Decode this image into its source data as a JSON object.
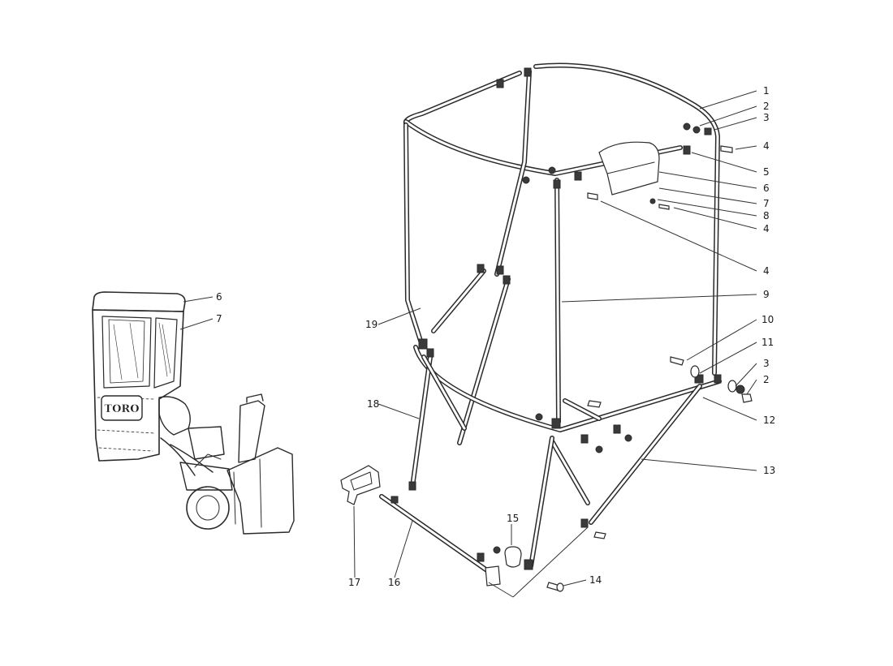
{
  "callouts": [
    {
      "id": "c1",
      "text": "1"
    },
    {
      "id": "c2a",
      "text": "2"
    },
    {
      "id": "c3a",
      "text": "3"
    },
    {
      "id": "c4a",
      "text": "4"
    },
    {
      "id": "c5",
      "text": "5"
    },
    {
      "id": "c6a",
      "text": "6"
    },
    {
      "id": "c7a",
      "text": "7"
    },
    {
      "id": "c8",
      "text": "8"
    },
    {
      "id": "c4b",
      "text": "4"
    },
    {
      "id": "c4c",
      "text": "4"
    },
    {
      "id": "c9",
      "text": "9"
    },
    {
      "id": "c10",
      "text": "10"
    },
    {
      "id": "c11",
      "text": "11"
    },
    {
      "id": "c3b",
      "text": "3"
    },
    {
      "id": "c2b",
      "text": "2"
    },
    {
      "id": "c12",
      "text": "12"
    },
    {
      "id": "c13",
      "text": "13"
    },
    {
      "id": "c14",
      "text": "14"
    },
    {
      "id": "c15",
      "text": "15"
    },
    {
      "id": "c16",
      "text": "16"
    },
    {
      "id": "c17",
      "text": "17"
    },
    {
      "id": "c18",
      "text": "18"
    },
    {
      "id": "c19",
      "text": "19"
    },
    {
      "id": "c6b",
      "text": "6"
    },
    {
      "id": "c7b",
      "text": "7"
    }
  ],
  "logo_text": "TORO"
}
